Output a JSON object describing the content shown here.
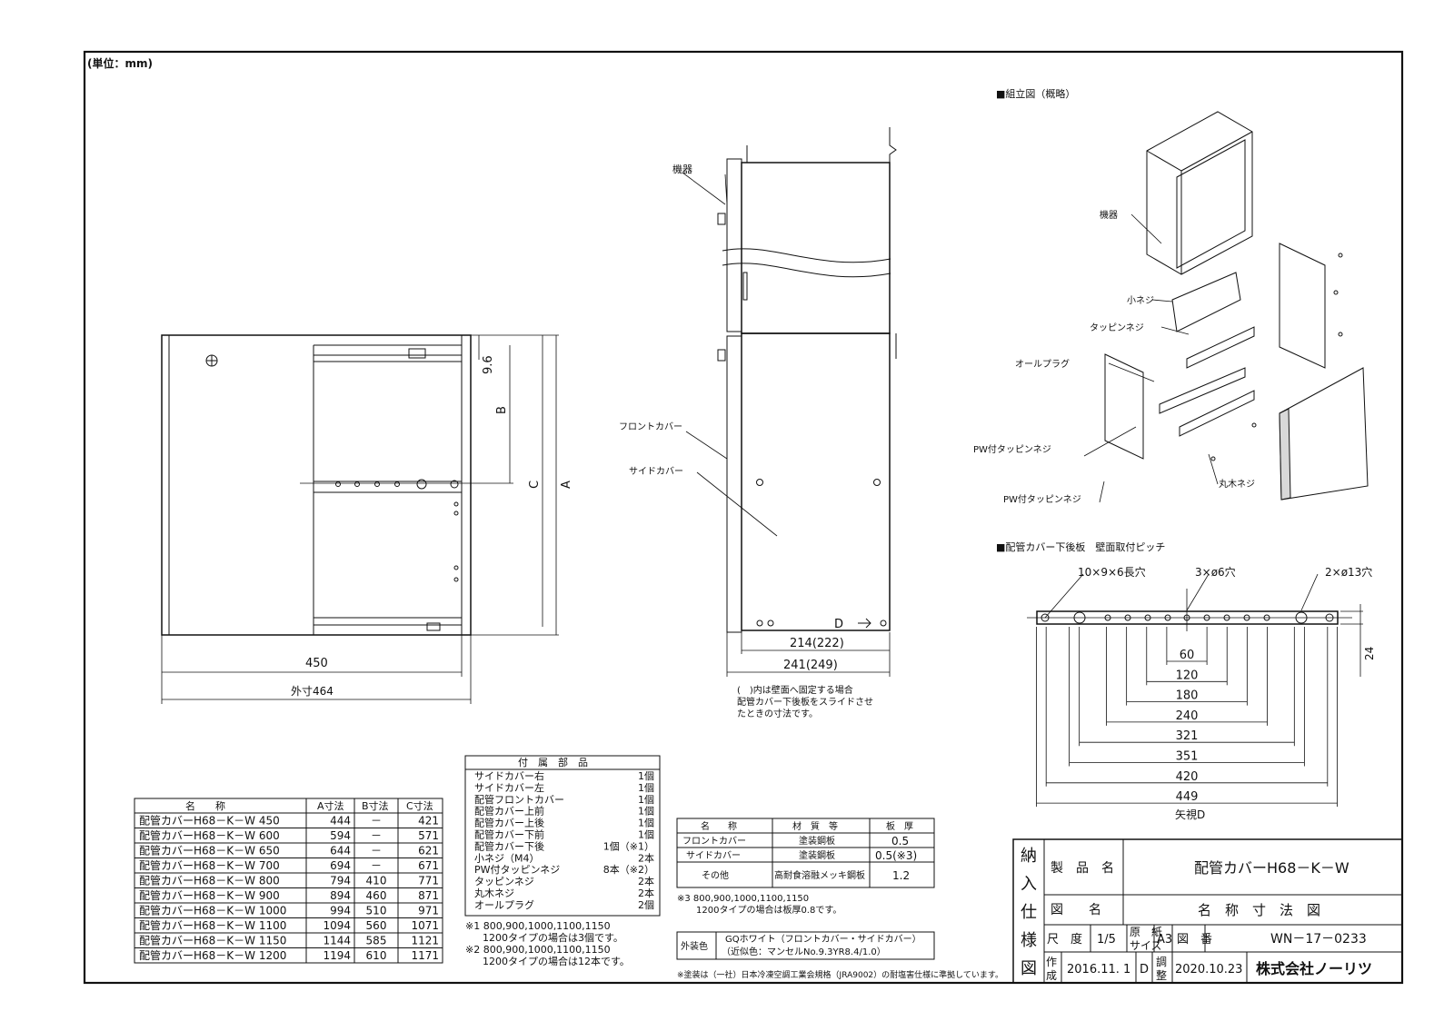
{
  "unit_label": "(単位：mm)",
  "front_view": {
    "dims": {
      "A": "A",
      "B": "B",
      "C": "C",
      "d96": "9.6",
      "w450": "450",
      "outer": "外寸464"
    }
  },
  "side_view": {
    "labels": {
      "kiki": "機器",
      "front_cover": "フロントカバー",
      "side_cover": "サイドカバー",
      "view_d": "D"
    },
    "dims": {
      "d214": "214(222)",
      "d241": "241(249)"
    },
    "note": [
      "(　)内は壁面へ固定する場合",
      "配管カバー下後板をスライドさせ",
      "たときの寸法です。"
    ]
  },
  "assembly": {
    "title": "■組立図（概略）",
    "labels": {
      "kiki": "機器",
      "koneji": "小ネジ",
      "tapping": "タッピンネジ",
      "orubura": "オールプラグ",
      "pw1": "PW付タッピンネジ",
      "pw2": "PW付タッピンネジ",
      "maruki": "丸木ネジ"
    }
  },
  "pitch": {
    "title": "■配管カバー下後板　壁面取付ピッチ",
    "holes": {
      "h1": "10×9×6長穴",
      "h2": "3×ø6穴",
      "h3": "2×ø13穴"
    },
    "dims": [
      "60",
      "120",
      "180",
      "240",
      "321",
      "351",
      "420",
      "449"
    ],
    "height": "24",
    "view": "矢視D"
  },
  "models_table": {
    "headers": [
      "名　　称",
      "A寸法",
      "B寸法",
      "C寸法"
    ],
    "rows": [
      [
        "配管カバーH68－K－W 450",
        "444",
        "－",
        "421"
      ],
      [
        "配管カバーH68－K－W 600",
        "594",
        "－",
        "571"
      ],
      [
        "配管カバーH68－K－W 650",
        "644",
        "－",
        "621"
      ],
      [
        "配管カバーH68－K－W 700",
        "694",
        "－",
        "671"
      ],
      [
        "配管カバーH68－K－W 800",
        "794",
        "410",
        "771"
      ],
      [
        "配管カバーH68－K－W 900",
        "894",
        "460",
        "871"
      ],
      [
        "配管カバーH68－K－W 1000",
        "994",
        "510",
        "971"
      ],
      [
        "配管カバーH68－K－W 1100",
        "1094",
        "560",
        "1071"
      ],
      [
        "配管カバーH68－K－W 1150",
        "1144",
        "585",
        "1121"
      ],
      [
        "配管カバーH68－K－W 1200",
        "1194",
        "610",
        "1171"
      ]
    ]
  },
  "parts_table": {
    "header": "付　属　部　品",
    "rows": [
      [
        "サイドカバー右",
        "1個"
      ],
      [
        "サイドカバー左",
        "1個"
      ],
      [
        "配管フロントカバー",
        "1個"
      ],
      [
        "配管カバー上前",
        "1個"
      ],
      [
        "配管カバー上後",
        "1個"
      ],
      [
        "配管カバー下前",
        "1個"
      ],
      [
        "配管カバー下後",
        "1個（※1）"
      ],
      [
        "小ネジ（M4）",
        "2本"
      ],
      [
        "PW付タッピンネジ",
        "8本（※2）"
      ],
      [
        "タッピンネジ",
        "2本"
      ],
      [
        "丸木ネジ",
        "2本"
      ],
      [
        "オールプラグ",
        "2個"
      ]
    ],
    "notes": [
      "※1 800,900,1000,1100,1150",
      "1200タイプの場合は3個です。",
      "※2 800,900,1000,1100,1150",
      "1200タイプの場合は12本です。"
    ]
  },
  "material_table": {
    "headers": [
      "名　　称",
      "材　質　等",
      "板　厚"
    ],
    "rows": [
      [
        "フロントカバー",
        "塗装鋼板",
        "0.5"
      ],
      [
        "サイドカバー",
        "塗装鋼板",
        "0.5(※3)"
      ],
      [
        "その他",
        "高耐食溶融メッキ鋼板",
        "1.2"
      ]
    ],
    "notes": [
      "※3 800,900,1000,1100,1150",
      "1200タイプの場合は板厚0.8です。"
    ]
  },
  "color_box": {
    "label": "外装色",
    "lines": [
      "GQホワイト（フロントカバー・サイドカバー）",
      "（近似色：マンセルNo.9.3YR8.4/1.0）"
    ]
  },
  "footnote": "※塗装は（一社）日本冷凍空調工業会規格（JRA9002）の耐塩害仕様に準拠しています。",
  "title_block": {
    "side_label": [
      "納",
      "入",
      "仕",
      "様",
      "図"
    ],
    "product_label": "製　品　名",
    "product_name": "配管カバーH68－K－W",
    "drawing_label": "図　　名",
    "drawing_name": "名　称　寸　法　図",
    "scale_label": "尺　度",
    "scale": "1/5",
    "paper_label": [
      "原　紙",
      "サイズ"
    ],
    "paper": "A3",
    "number_label": "図　番",
    "number": "WN－17－0233",
    "made_label": [
      "作",
      "成"
    ],
    "made_date": "2016.11. 1",
    "made_rev": "D",
    "adj_label": [
      "調",
      "整"
    ],
    "adj_date": "2020.10.23",
    "company": "株式会社ノーリツ"
  }
}
